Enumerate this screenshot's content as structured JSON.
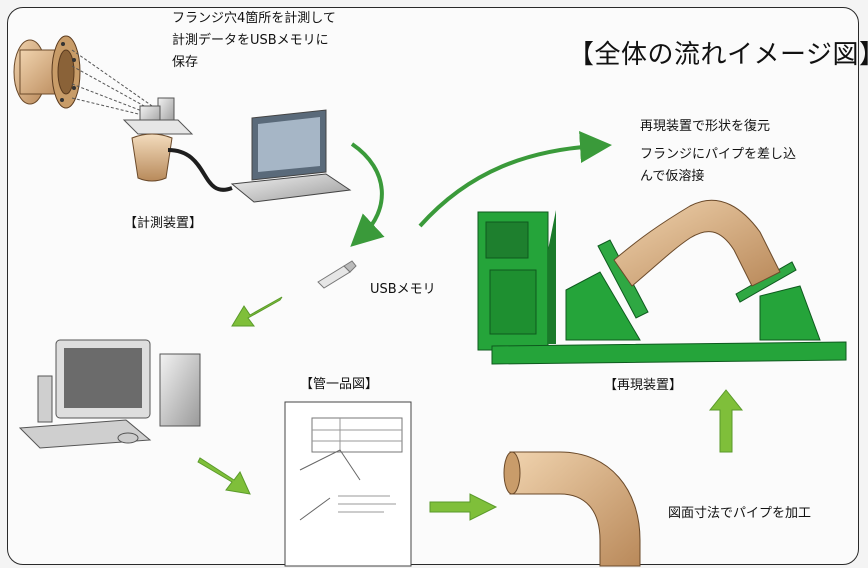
{
  "title": "【全体の流れイメージ図】",
  "measure_note": [
    "フランジ穴4箇所を計測して",
    "計測データをUSBメモリに",
    "保存"
  ],
  "labels": {
    "measuring_device": "【計測装置】",
    "usb": "USBメモリ",
    "drawing": "【管一品図】",
    "reproduction_device": "【再現装置】"
  },
  "reproduce_note": [
    "再現装置で形状を復元",
    "フランジにパイプを差し込",
    "んで仮溶接"
  ],
  "process_note": "図面寸法でパイプを加工",
  "colors": {
    "machine_green": "#25a43a",
    "arrow_green": "#7fbf3a",
    "pipe_tan": "#d8b184"
  }
}
